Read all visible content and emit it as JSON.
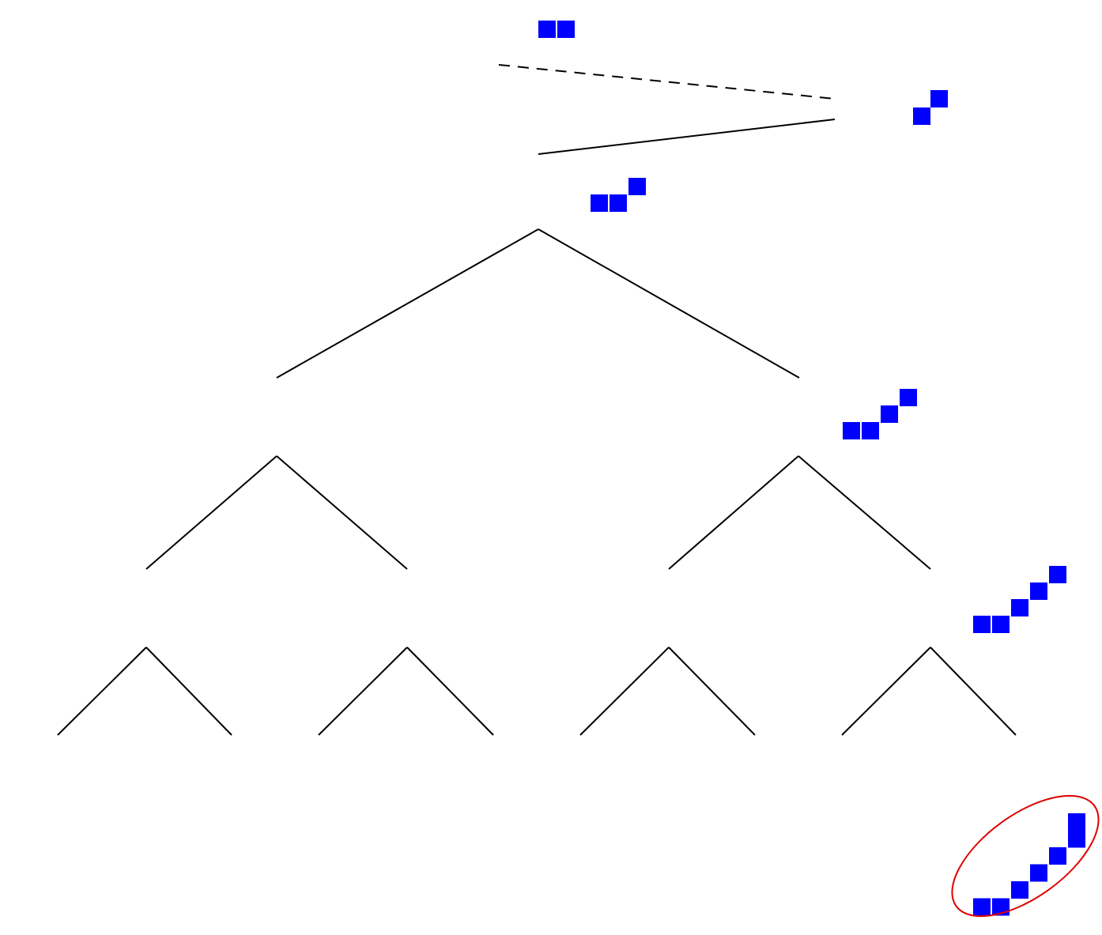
{
  "diagram": {
    "line_color": "#000000",
    "block_color": "#0000ff",
    "highlight_color": "#e00000",
    "edges": [
      {
        "id": "root-dashed",
        "style": "dashed"
      },
      {
        "id": "root-solid",
        "style": "solid"
      },
      {
        "id": "level1-left",
        "style": "solid"
      },
      {
        "id": "level1-right",
        "style": "solid"
      },
      {
        "id": "level2-left-left",
        "style": "solid"
      },
      {
        "id": "level2-left-right",
        "style": "solid"
      },
      {
        "id": "level2-right-left",
        "style": "solid"
      },
      {
        "id": "level2-right-right",
        "style": "solid"
      },
      {
        "id": "level3-a-left",
        "style": "solid"
      },
      {
        "id": "level3-a-right",
        "style": "solid"
      },
      {
        "id": "level3-b-left",
        "style": "solid"
      },
      {
        "id": "level3-b-right",
        "style": "solid"
      },
      {
        "id": "level3-c-left",
        "style": "solid"
      },
      {
        "id": "level3-c-right",
        "style": "solid"
      },
      {
        "id": "level3-d-left",
        "style": "solid"
      },
      {
        "id": "level3-d-right",
        "style": "solid"
      }
    ],
    "shapes": [
      {
        "id": "shape-top",
        "cells": [
          [
            0,
            0
          ],
          [
            1,
            0
          ]
        ],
        "highlighted": false
      },
      {
        "id": "shape-right-small",
        "cells": [
          [
            0,
            1
          ],
          [
            1,
            0
          ]
        ],
        "highlighted": false
      },
      {
        "id": "shape-level1",
        "cells": [
          [
            0,
            1
          ],
          [
            1,
            1
          ],
          [
            2,
            0
          ]
        ],
        "highlighted": false
      },
      {
        "id": "shape-level2",
        "cells": [
          [
            0,
            2
          ],
          [
            1,
            2
          ],
          [
            2,
            1
          ],
          [
            3,
            0
          ]
        ],
        "highlighted": false
      },
      {
        "id": "shape-level3",
        "cells": [
          [
            0,
            3
          ],
          [
            1,
            3
          ],
          [
            2,
            2
          ],
          [
            3,
            1
          ],
          [
            4,
            0
          ]
        ],
        "highlighted": false
      },
      {
        "id": "shape-final",
        "cells": [
          [
            0,
            5
          ],
          [
            1,
            5
          ],
          [
            2,
            4
          ],
          [
            3,
            3
          ],
          [
            4,
            2
          ],
          [
            5,
            1
          ],
          [
            5,
            0
          ]
        ],
        "highlighted": true
      }
    ]
  }
}
